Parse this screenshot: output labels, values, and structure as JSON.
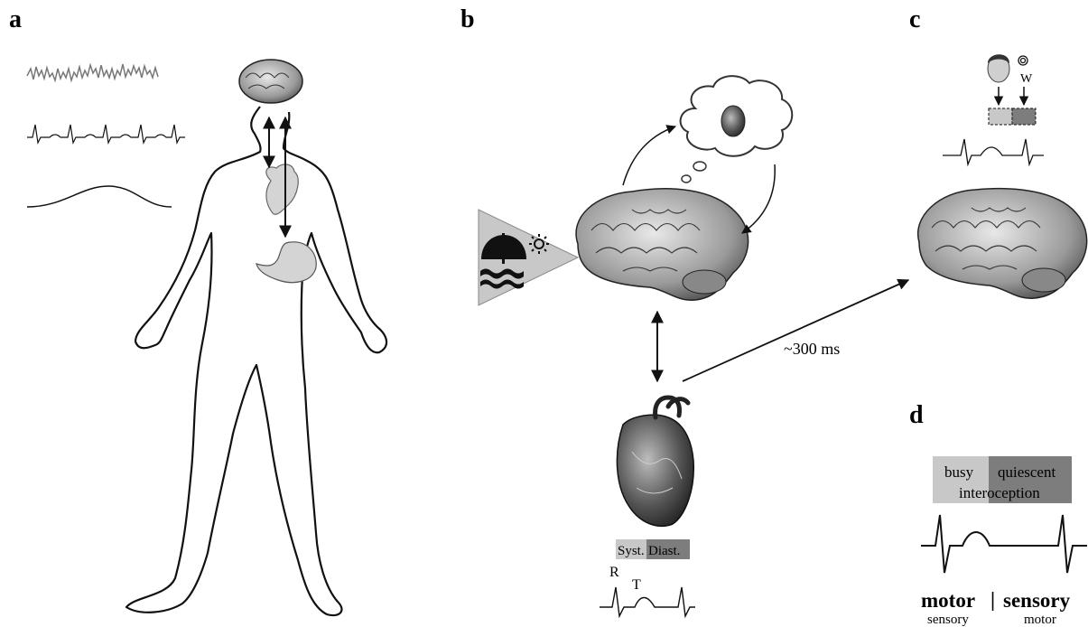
{
  "panels": {
    "a": {
      "label": "a"
    },
    "b": {
      "label": "b",
      "latency": "~300 ms",
      "cycle": {
        "systole": "Syst.",
        "diastole": "Diast."
      },
      "ecg": {
        "r_peak": "R",
        "t_wave": "T"
      }
    },
    "c": {
      "label": "c",
      "w_marker": "W"
    },
    "d": {
      "label": "d",
      "busy": "busy",
      "quiescent": "quiescent",
      "interoception": "interoception",
      "motor_big": "motor",
      "separator": "|",
      "sensory_big": "sensory",
      "sensory_small": "sensory",
      "motor_small": "motor"
    }
  },
  "colors": {
    "light_gray": "#c8c8c8",
    "dark_gray": "#7d7d7d",
    "organ_fill": "#d4d4d4",
    "ink": "#111111"
  },
  "icons": [
    "brain-icon",
    "heart-icon",
    "stomach-icon",
    "umbrella-beach-icon",
    "sun-icon",
    "thought-cloud-icon",
    "face-icon",
    "target-icon"
  ]
}
